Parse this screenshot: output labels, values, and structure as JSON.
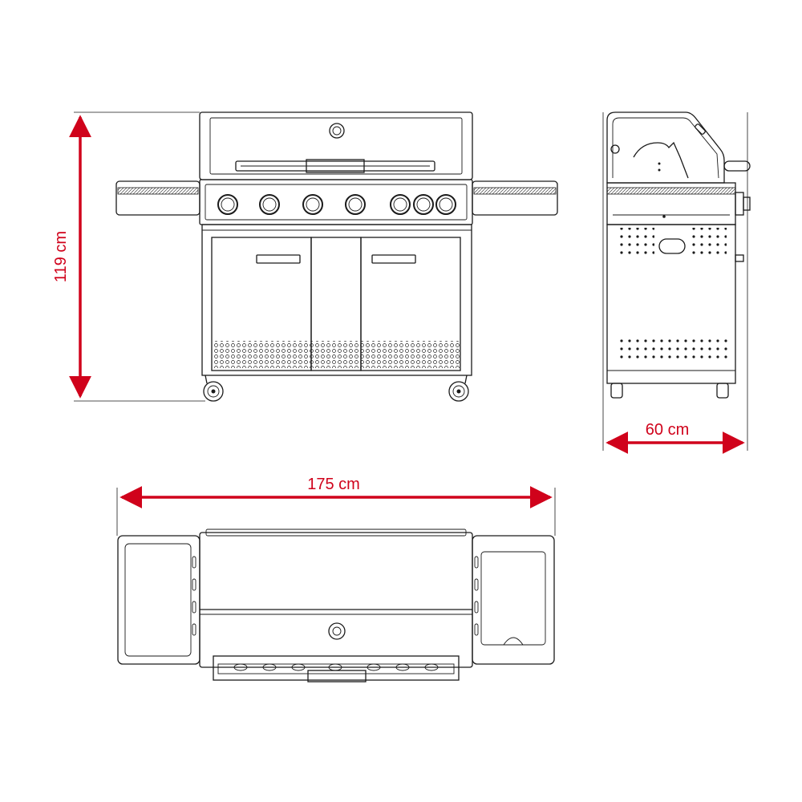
{
  "colors": {
    "dimension": "#d0021b",
    "outline": "#1a1a1a",
    "background": "#ffffff"
  },
  "dimensions": {
    "height": "119 cm",
    "depth": "60 cm",
    "width": "175 cm"
  },
  "front_view": {
    "knob_count": 7,
    "door_count": 3
  }
}
